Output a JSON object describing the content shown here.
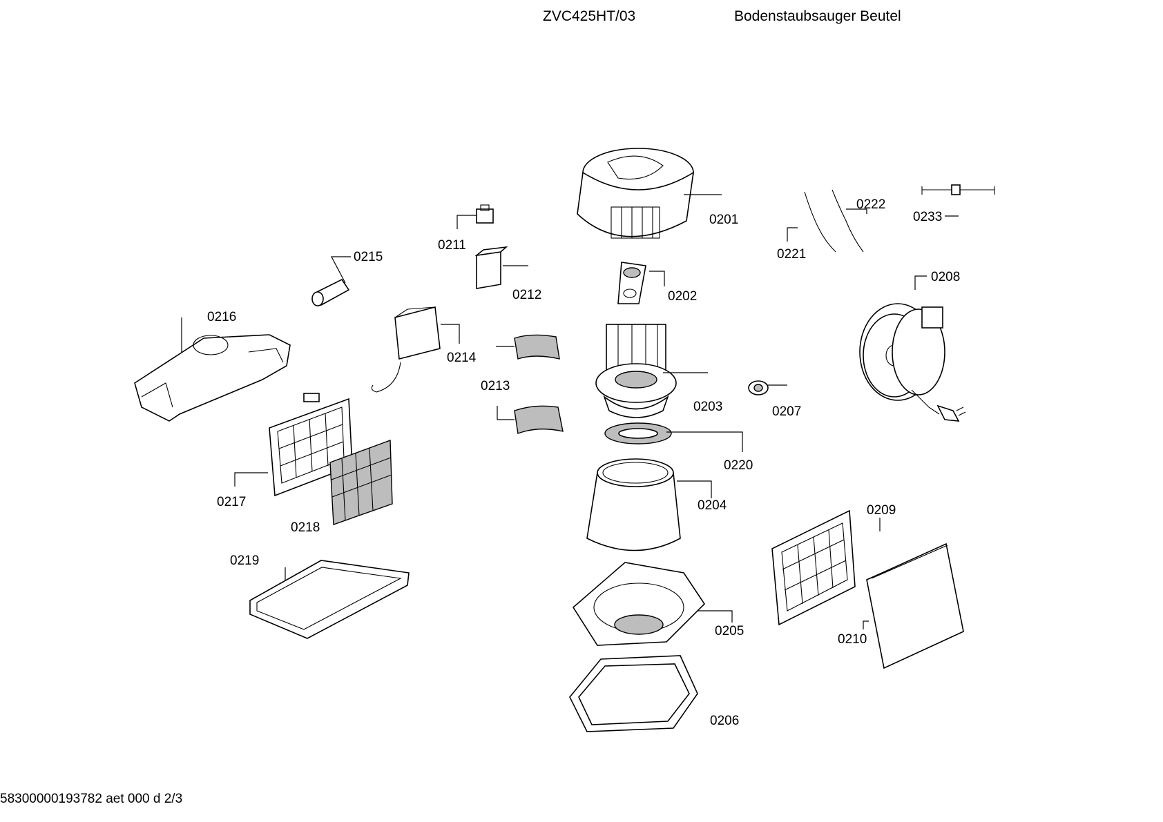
{
  "header": {
    "model": "ZVC425HT/03",
    "description": "Bodenstaubsauger Beutel"
  },
  "footer": {
    "doc_code": "58300000193782 aet 000 d 2/3"
  },
  "parts": [
    {
      "id": "0201",
      "label": "0201"
    },
    {
      "id": "0202",
      "label": "0202"
    },
    {
      "id": "0203",
      "label": "0203"
    },
    {
      "id": "0204",
      "label": "0204"
    },
    {
      "id": "0205",
      "label": "0205"
    },
    {
      "id": "0206",
      "label": "0206"
    },
    {
      "id": "0207",
      "label": "0207"
    },
    {
      "id": "0208",
      "label": "0208"
    },
    {
      "id": "0209",
      "label": "0209"
    },
    {
      "id": "0210",
      "label": "0210"
    },
    {
      "id": "0211",
      "label": "0211"
    },
    {
      "id": "0212",
      "label": "0212"
    },
    {
      "id": "0213",
      "label": "0213"
    },
    {
      "id": "0214",
      "label": "0214"
    },
    {
      "id": "0215",
      "label": "0215"
    },
    {
      "id": "0216",
      "label": "0216"
    },
    {
      "id": "0217",
      "label": "0217"
    },
    {
      "id": "0218",
      "label": "0218"
    },
    {
      "id": "0219",
      "label": "0219"
    },
    {
      "id": "0220",
      "label": "0220"
    },
    {
      "id": "0221",
      "label": "0221"
    },
    {
      "id": "0222",
      "label": "0222"
    },
    {
      "id": "0233",
      "label": "0233"
    }
  ]
}
